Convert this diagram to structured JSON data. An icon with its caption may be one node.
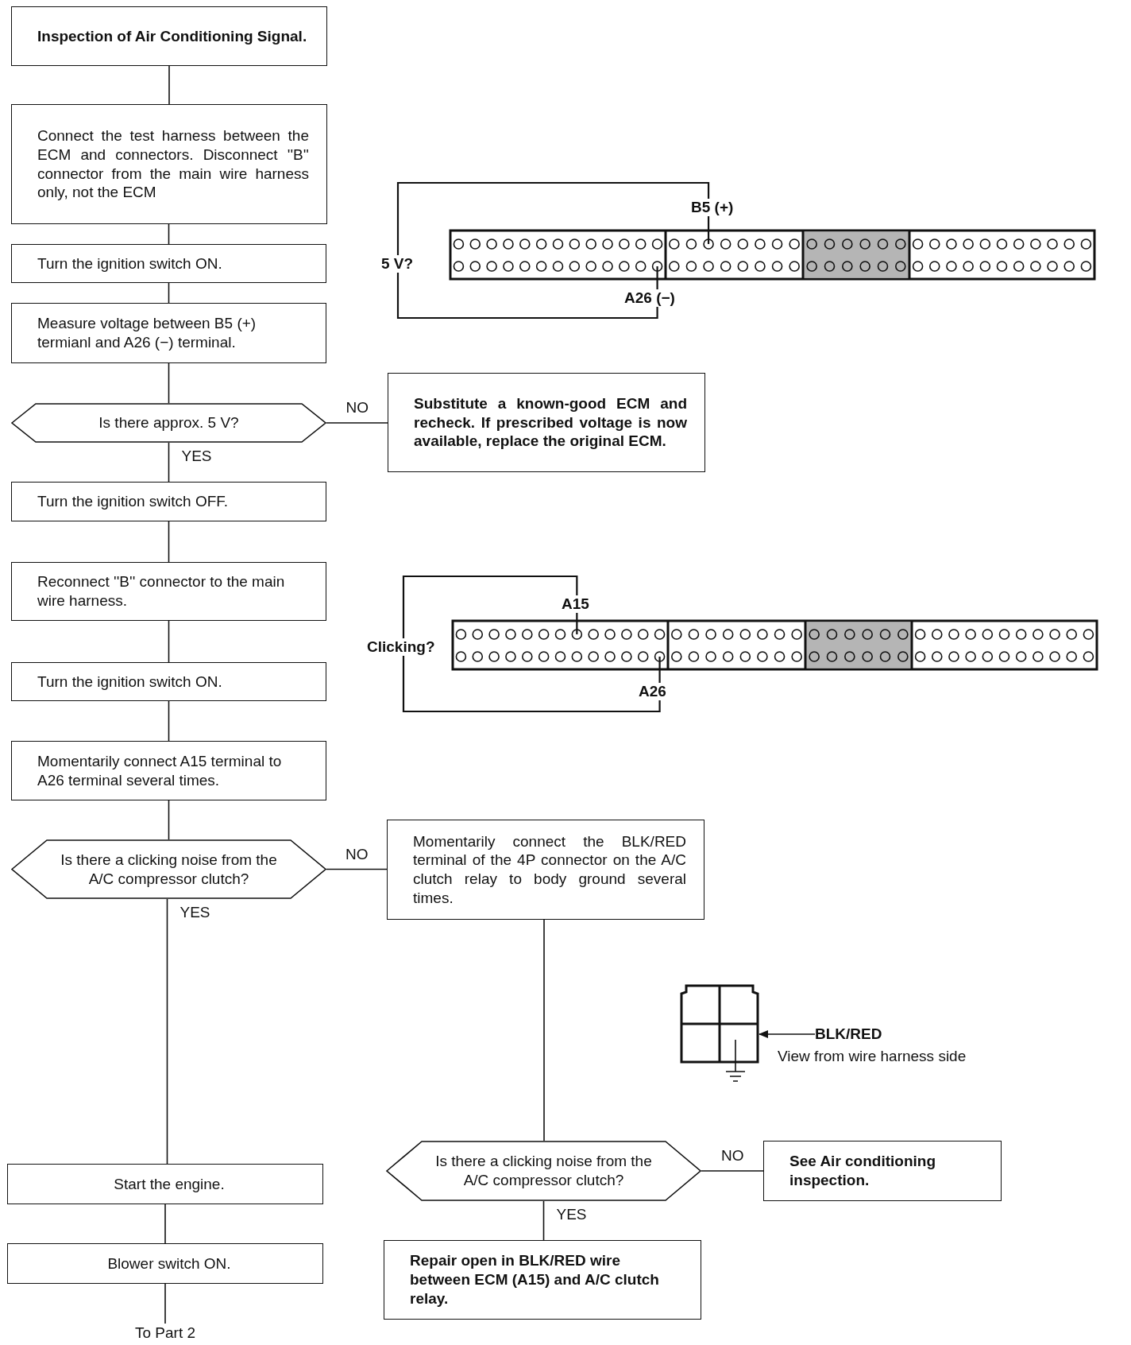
{
  "diagram": {
    "nodes": [
      {
        "text": [
          "Inspection of Air Conditioning Signal."
        ]
      },
      {
        "text": [
          "Connect the test harness between the ECM and connectors. Disconnect ''B'' connector from the main wire harness only, not the ECM"
        ]
      },
      {
        "text": [
          "Turn the ignition switch ON."
        ]
      },
      {
        "text": [
          "Measure voltage between B5 (+) termianl and A26 (−) terminal."
        ]
      },
      {
        "text": [
          "Is there approx. 5 V?"
        ]
      },
      {
        "text": [
          "Substitute a known-good ECM and recheck. If prescribed voltage is now available, replace the original ECM."
        ]
      },
      {
        "text": [
          "Turn the ignition switch OFF."
        ]
      },
      {
        "text": [
          "Reconnect ''B'' connector to the main wire harness."
        ]
      },
      {
        "text": [
          "Turn the ignition switch ON."
        ]
      },
      {
        "text": [
          "Momentarily connect A15 terminal to A26 terminal several times."
        ]
      },
      {
        "text": [
          "Is there a clicking noise from the A/C compressor clutch?"
        ]
      },
      {
        "text": [
          "Momentarily connect the BLK/RED terminal of the 4P connector on the A/C clutch relay to body ground several times."
        ]
      },
      {
        "text": [],
        "shape": "box"
      },
      {
        "text": [
          "BLK/RED"
        ]
      },
      {
        "text": [
          "Is there a clicking noise from the A/C compressor clutch?"
        ]
      },
      {
        "text": [
          "See Air conditioning inspection."
        ]
      },
      {
        "text": [
          "Start the engine."
        ]
      },
      {
        "text": [
          "Repair open in BLK/RED wire between ECM (A15) and A/C clutch relay."
        ]
      },
      {
        "text": [
          "Blower switch ON."
        ]
      },
      {
        "text": [
          "To Part 2"
        ]
      }
    ],
    "edges": [
      {
        "from": 0,
        "to": 1,
        "arrow": "none"
      },
      {
        "from": 1,
        "to": 2,
        "arrow": "none"
      },
      {
        "from": 2,
        "to": 3,
        "arrow": "none"
      },
      {
        "from": 3,
        "to": 4,
        "arrow": "none"
      },
      {
        "from": 4,
        "to": 5,
        "arrow": "none",
        "label": "NO"
      },
      {
        "from": 4,
        "to": 6,
        "arrow": "none",
        "label": "YES"
      },
      {
        "from": 6,
        "to": 7,
        "arrow": "none"
      },
      {
        "from": 7,
        "to": 8,
        "arrow": "none"
      },
      {
        "from": 8,
        "to": 9,
        "arrow": "none"
      },
      {
        "from": 9,
        "to": 10,
        "arrow": "none"
      },
      {
        "from": 10,
        "to": 11,
        "arrow": "none",
        "label": "NO"
      },
      {
        "from": 10,
        "to": 16,
        "arrow": "none",
        "label": "YES"
      },
      {
        "from": 16,
        "to": 18,
        "arrow": "none"
      },
      {
        "from": 18,
        "to": 19,
        "arrow": "none"
      },
      {
        "from": 11,
        "to": 14,
        "arrow": "none"
      },
      {
        "from": 14,
        "to": 15,
        "arrow": "none",
        "label": "NO"
      },
      {
        "from": 14,
        "to": 17,
        "arrow": "none",
        "label": "YES"
      },
      {
        "from": 13,
        "to": 12,
        "arrow": "to"
      }
    ],
    "labels": [
      "B5 (+)",
      "5 V?",
      "A26 (−)",
      "A15",
      "Clicking?",
      "A26",
      "View from wire harness side"
    ]
  }
}
